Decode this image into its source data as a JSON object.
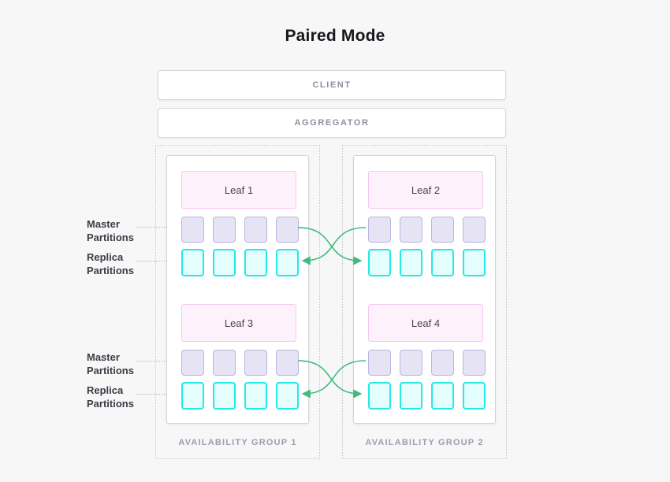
{
  "title": "Paired Mode",
  "client": {
    "label": "CLIENT"
  },
  "aggregator": {
    "label": "AGGREGATOR"
  },
  "side_labels": {
    "master_top": "Master\nPartitions",
    "replica_top": "Replica\nPartitions",
    "master_bottom": "Master\nPartitions",
    "replica_bottom": "Replica\nPartitions"
  },
  "groups": [
    {
      "label": "AVAILABILITY GROUP 1",
      "leaves": [
        {
          "name": "Leaf 1",
          "master_partitions": 4,
          "replica_partitions": 4
        },
        {
          "name": "Leaf 3",
          "master_partitions": 4,
          "replica_partitions": 4
        }
      ]
    },
    {
      "label": "AVAILABILITY GROUP 2",
      "leaves": [
        {
          "name": "Leaf 2",
          "master_partitions": 4,
          "replica_partitions": 4
        },
        {
          "name": "Leaf 4",
          "master_partitions": 4,
          "replica_partitions": 4
        }
      ]
    }
  ],
  "colors": {
    "background": "#f7f7f8",
    "master_fill": "#e6e3f4",
    "master_border": "#bcb4de",
    "replica_fill": "#e4fdfd",
    "replica_border": "#25e8e9",
    "leaf_fill": "#fdf1fc",
    "leaf_border": "#f6c9f0",
    "arrow_green": "#3fbc7d"
  }
}
